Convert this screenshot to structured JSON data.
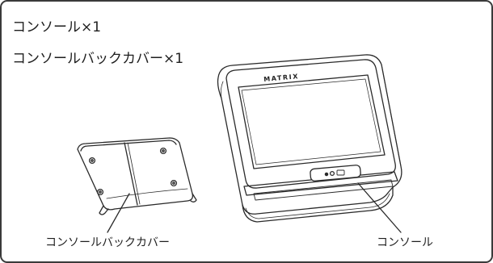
{
  "contents": {
    "item_1": "コンソール×1",
    "item_2": "コンソールバックカバー×1"
  },
  "callouts": {
    "back_cover": "コンソールバックカバー",
    "console": "コンソール"
  },
  "console_brand": "MATRIX",
  "colors": {
    "stroke": "#2a2a2a",
    "border": "#3a3a3a",
    "screen": "#ffffff",
    "background": "#ffffff"
  }
}
